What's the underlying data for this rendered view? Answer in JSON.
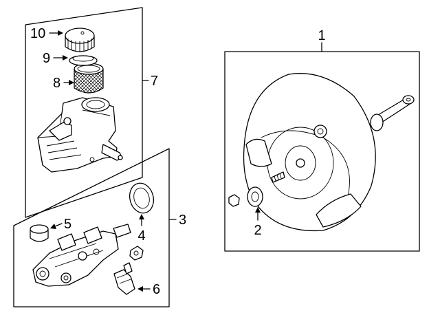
{
  "callouts": [
    {
      "id": "c1",
      "text": "1"
    },
    {
      "id": "c2",
      "text": "2"
    },
    {
      "id": "c3",
      "text": "3"
    },
    {
      "id": "c4",
      "text": "4"
    },
    {
      "id": "c5",
      "text": "5"
    },
    {
      "id": "c6",
      "text": "6"
    },
    {
      "id": "c7",
      "text": "7"
    },
    {
      "id": "c8",
      "text": "8"
    },
    {
      "id": "c9",
      "text": "9"
    },
    {
      "id": "c10",
      "text": "10"
    }
  ]
}
